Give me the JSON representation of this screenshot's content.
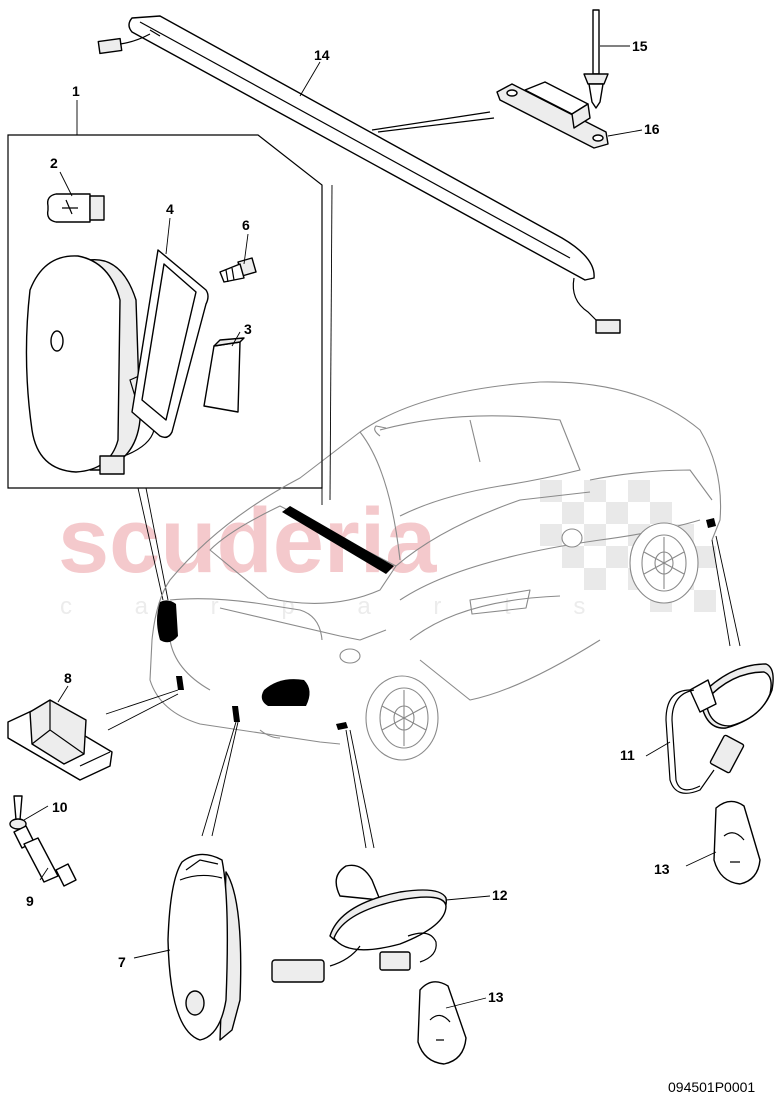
{
  "diagram": {
    "reference": "094501P0001",
    "watermark": {
      "main": "scuderia",
      "sub": "c a r p a r t s"
    },
    "callouts": [
      {
        "id": "c1",
        "label": "1"
      },
      {
        "id": "c2",
        "label": "2"
      },
      {
        "id": "c3",
        "label": "3"
      },
      {
        "id": "c4",
        "label": "4"
      },
      {
        "id": "c6",
        "label": "6"
      },
      {
        "id": "c7",
        "label": "7"
      },
      {
        "id": "c8",
        "label": "8"
      },
      {
        "id": "c9",
        "label": "9"
      },
      {
        "id": "c10",
        "label": "10"
      },
      {
        "id": "c11",
        "label": "11"
      },
      {
        "id": "c12",
        "label": "12"
      },
      {
        "id": "c13a",
        "label": "13"
      },
      {
        "id": "c13b",
        "label": "13"
      },
      {
        "id": "c14",
        "label": "14"
      },
      {
        "id": "c15",
        "label": "15"
      },
      {
        "id": "c16",
        "label": "16"
      }
    ],
    "colors": {
      "watermark": "#f4c9cc",
      "highlight": "#000000",
      "car_outline": "#8a8a8a"
    }
  }
}
